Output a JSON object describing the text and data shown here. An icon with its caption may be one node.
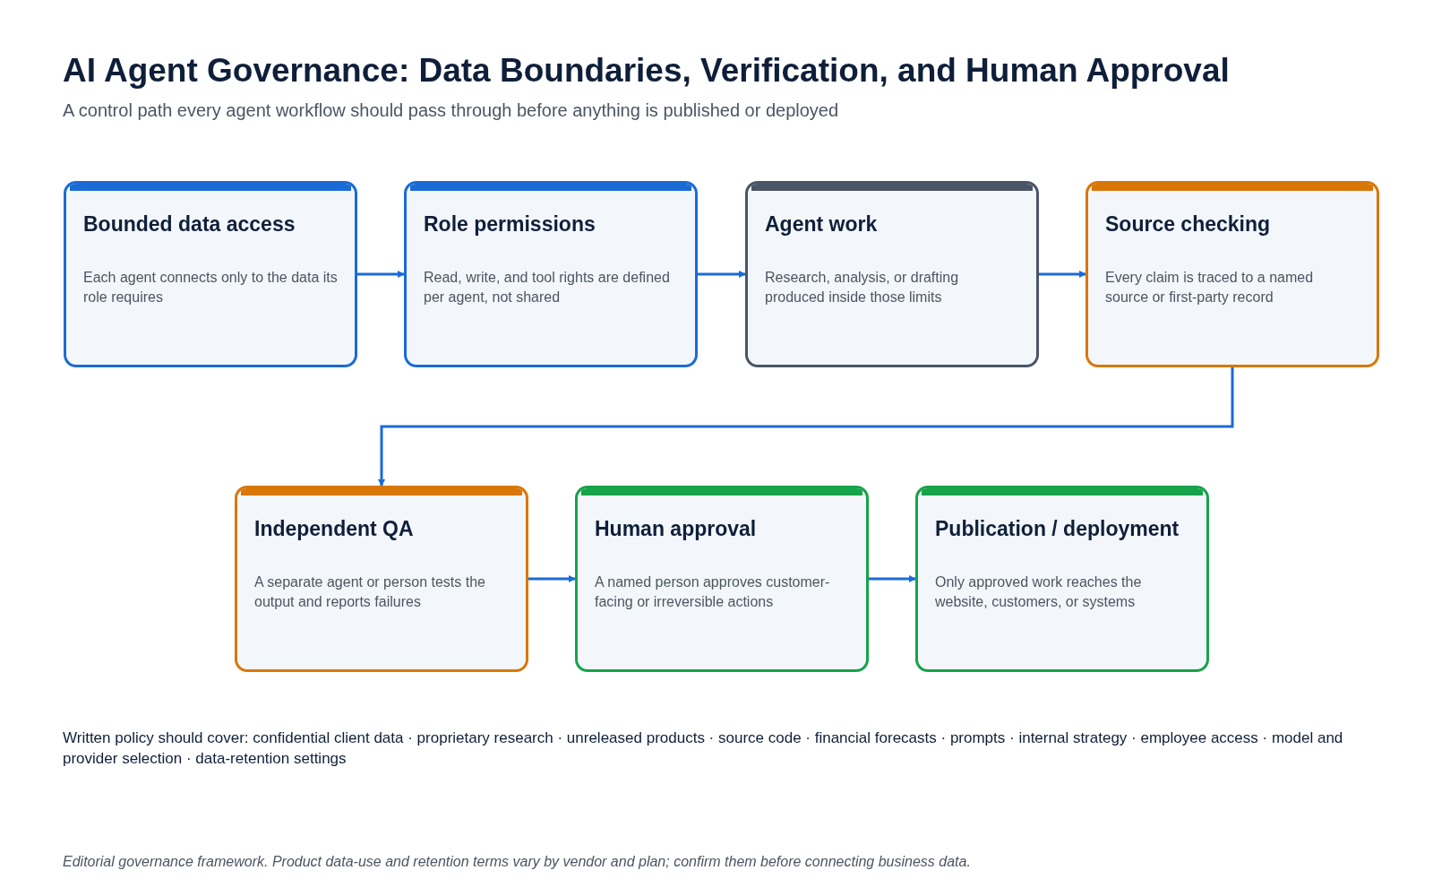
{
  "diagram": {
    "title": "AI Agent Governance: Data Boundaries, Verification, and Human Approval",
    "caption": "Editorial governance framework. Product data-use and retention terms vary by vendor and plan; confirm them before connecting business data.",
    "nodes": [
      {
        "text": [
          "Bounded data access",
          "Each agent connects only to the data its role requires"
        ]
      },
      {
        "text": [
          "Role permissions",
          "Read, write, and tool rights are defined per agent, not shared"
        ]
      },
      {
        "text": [
          "Agent work",
          "Research, analysis, or drafting produced inside those limits"
        ]
      },
      {
        "text": [
          "Source checking",
          "Every claim is traced to a named source or first-party record"
        ]
      },
      {
        "text": [
          "Independent QA",
          "A separate agent or person tests the output and reports failures"
        ]
      },
      {
        "text": [
          "Human approval",
          "A named person approves customer-facing or irreversible actions"
        ]
      },
      {
        "text": [
          "Publication / deployment",
          "Only approved work reaches the website, customers, or systems"
        ]
      }
    ],
    "edges": [
      {
        "from": 0,
        "to": 1,
        "arrow": "to"
      },
      {
        "from": 1,
        "to": 2,
        "arrow": "to"
      },
      {
        "from": 2,
        "to": 3,
        "arrow": "to"
      },
      {
        "from": 3,
        "to": 4,
        "arrow": "to"
      },
      {
        "from": 4,
        "to": 5,
        "arrow": "to"
      },
      {
        "from": 5,
        "to": 6,
        "arrow": "to"
      }
    ],
    "labels": [
      "A control path every agent workflow should pass through before anything is published or deployed",
      "Written policy should cover: confidential client data · proprietary research · unreleased products · source code · financial forecasts · prompts · internal strategy · employee access · model and provider selection · data-retention settings"
    ]
  }
}
